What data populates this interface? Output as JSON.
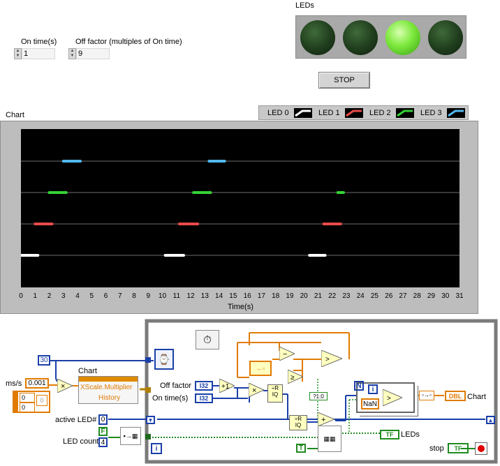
{
  "front_panel": {
    "on_time": {
      "label": "On time(s)",
      "value": "1"
    },
    "off_factor": {
      "label": "Off factor (multiples of On time)",
      "value": "9"
    },
    "leds": {
      "label": "LEDs",
      "states": [
        false,
        false,
        true,
        false
      ]
    },
    "stop_button": {
      "label": "STOP"
    }
  },
  "chart": {
    "label": "Chart",
    "legend": [
      {
        "name": "LED 0",
        "color": "#ffffff"
      },
      {
        "name": "LED 1",
        "color": "#e84a4a"
      },
      {
        "name": "LED 2",
        "color": "#35d135"
      },
      {
        "name": "LED 3",
        "color": "#52b8f0"
      }
    ],
    "x_axis_label": "Time(s)",
    "x_ticks": [
      "0",
      "1",
      "2",
      "3",
      "4",
      "5",
      "6",
      "7",
      "8",
      "9",
      "10",
      "11",
      "12",
      "13",
      "14",
      "15",
      "16",
      "17",
      "18",
      "19",
      "20",
      "21",
      "22",
      "23",
      "24",
      "25",
      "26",
      "27",
      "28",
      "29",
      "30",
      "31"
    ]
  },
  "chart_data": {
    "type": "line",
    "title": "Chart",
    "xlabel": "Time(s)",
    "xlim": [
      0,
      31
    ],
    "series": [
      {
        "name": "LED 0",
        "segments": [
          [
            0,
            1.2
          ],
          [
            10.2,
            11.5
          ],
          [
            20.4,
            21.5
          ]
        ]
      },
      {
        "name": "LED 1",
        "segments": [
          [
            1,
            2.2
          ],
          [
            11.2,
            12.5
          ],
          [
            21.4,
            22.6
          ]
        ]
      },
      {
        "name": "LED 2",
        "segments": [
          [
            2,
            3.2
          ],
          [
            12.2,
            13.4
          ],
          [
            22.4,
            22.8
          ]
        ]
      },
      {
        "name": "LED 3",
        "segments": [
          [
            3,
            4.2
          ],
          [
            13.3,
            14.4
          ]
        ]
      }
    ]
  },
  "block_diagram": {
    "const_30": "30",
    "ms_s_label": "ms/s",
    "ms_s_value": "0.001",
    "cluster_values": [
      "0",
      "0",
      "0"
    ],
    "chart_node_label": "Chart",
    "property_items": [
      "XScale.Multiplier",
      "History"
    ],
    "active_led_label": "active LED#",
    "active_led_value": "0",
    "led_count_label": "LED count",
    "led_count_value": "4",
    "led_count_const": "F",
    "off_factor_label": "Off factor",
    "on_time_label": "On time(s)",
    "i32_tag": "I32",
    "loop_iter_symbol": "i",
    "loop_count_symbol": "N",
    "nan_label": "NaN",
    "chart_term_label": "Chart",
    "dbl_tag": "DBL",
    "leds_term_label": "LEDs",
    "tf_tag": "TF",
    "stop_label": "stop",
    "true_const": "T",
    "bool_to_int_label": "?1:0"
  }
}
